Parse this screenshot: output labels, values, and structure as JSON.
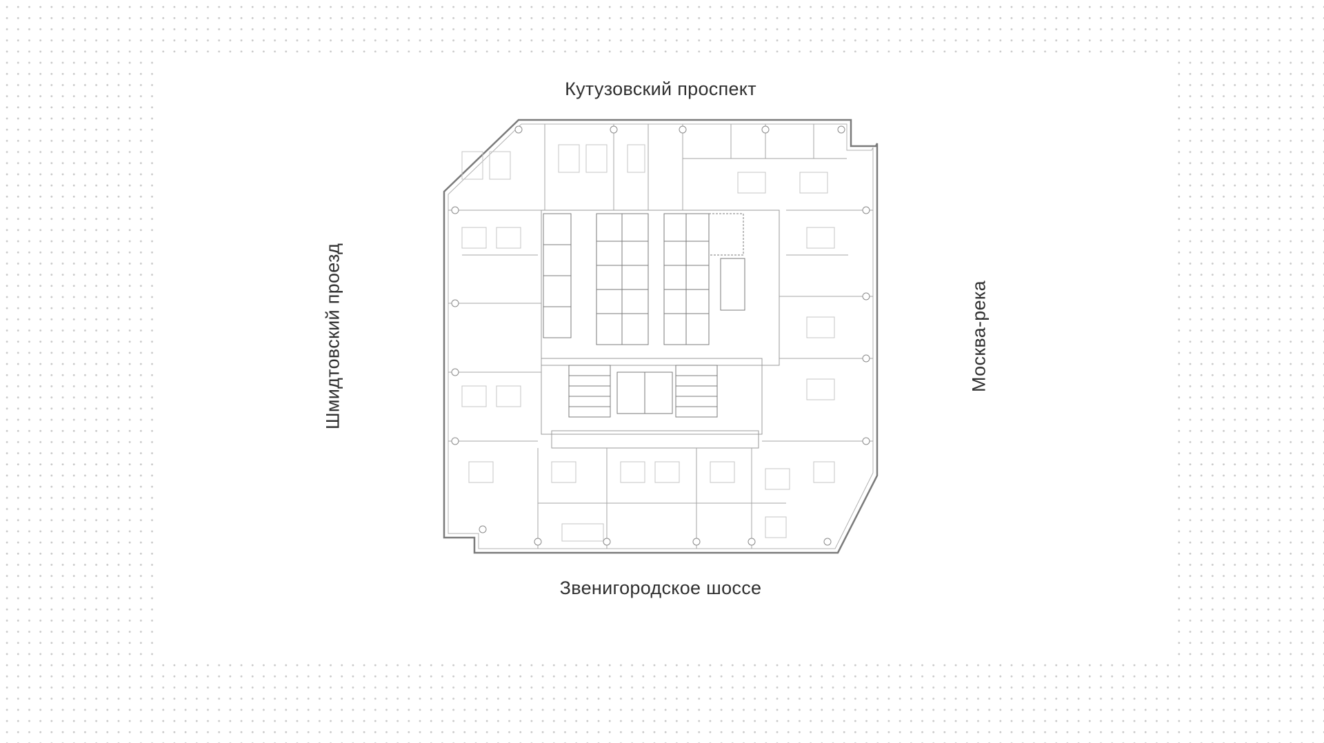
{
  "streets": {
    "north": "Кутузовский проспект",
    "south": "Звенигородское шоссе",
    "west": "Шмидтовский проезд",
    "east": "Москва-река"
  },
  "colors": {
    "background": "#ffffff",
    "dot": "#c8c8c8",
    "line": "#7a7a7a",
    "text": "#2f2f2f"
  }
}
